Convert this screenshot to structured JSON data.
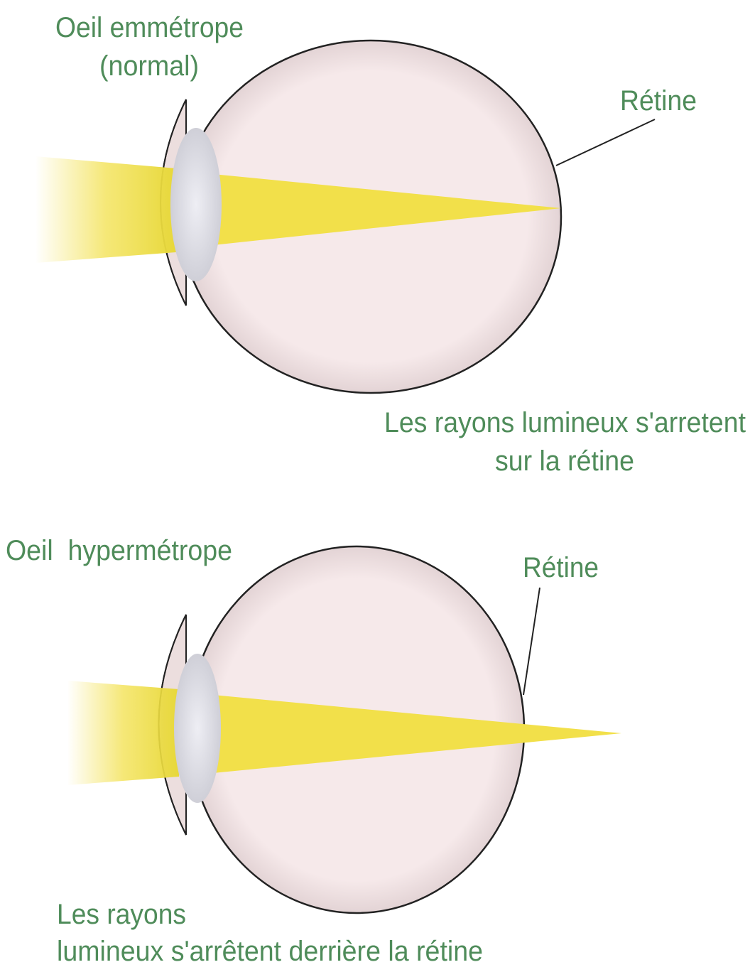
{
  "diagram": {
    "normal_eye": {
      "title_line1": "Oeil emmétrope",
      "title_line2": "(normal)",
      "retina_label": "Rétine",
      "caption_line1": "Les rayons lumineux s'arretent",
      "caption_line2": "sur la rétine"
    },
    "hyperopic_eye": {
      "title": "Oeil  hypermétrope",
      "retina_label": "Rétine",
      "caption_line1": "Les rayons",
      "caption_line2": "lumineux s'arrêtent derrière la rétine"
    },
    "colors": {
      "text": "#4f8c5a",
      "globe": "#f3e6e7",
      "globe_edge": "#d9c8ca",
      "beam": "#f2e04a",
      "lens": "#e4e4ec",
      "outline": "#222222"
    }
  }
}
